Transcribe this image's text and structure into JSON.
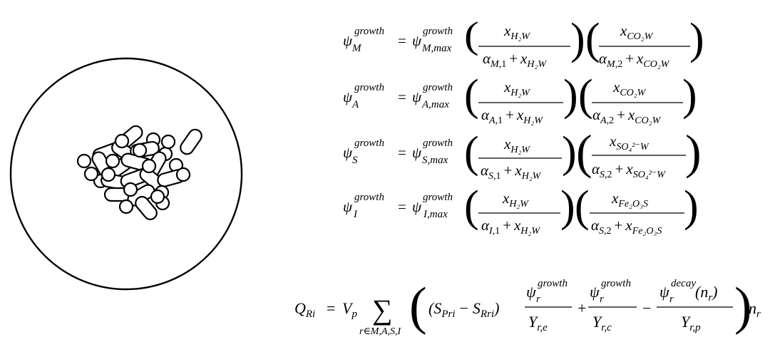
{
  "cell": {
    "outline_color": "#000000",
    "fill_color": "#ffffff",
    "particle_count": 34
  },
  "sym": {
    "psi": "ψ",
    "alpha": "α",
    "eq": "=",
    "plus": "+",
    "minus": "−",
    "sum": "∑",
    "sup_growth": "growth",
    "sup_decay": "decay",
    "one": "1",
    "two": "2",
    "comma": ",",
    "max": "max",
    "x": "x",
    "H2W": "H₂W",
    "CO2W": "CO₂W",
    "SO4W": "SO₄²⁻W",
    "Fe2O3S": "Fe₂O₃S"
  },
  "equations": {
    "growth": [
      {
        "r": "M",
        "num2": "CO₂W"
      },
      {
        "r": "A",
        "num2": "CO₂W"
      },
      {
        "r": "S",
        "num2": "SO₄²⁻W"
      },
      {
        "r": "I",
        "num2": "Fe₂O₃S",
        "alpha2_sub": "S"
      }
    ],
    "q": {
      "lhs": "Q",
      "lhs_sub": "Ri",
      "vp": "V",
      "vp_sub": "p",
      "sum_range": "r∈M,A,S,I",
      "sp": "(S",
      "sp_sub": "Pri",
      "sr": "S",
      "sr_sub": "Rri",
      "close_paren": ")",
      "yre": "Y",
      "yre_sub": "r,e",
      "yrc": "Y",
      "yrc_sub": "r,c",
      "yrp": "Y",
      "yrp_sub": "r,p",
      "r": "r",
      "nr": "(n",
      "nr_sub": "r",
      "nr_close": ")",
      "n": "n",
      "n_sub": "r"
    }
  }
}
